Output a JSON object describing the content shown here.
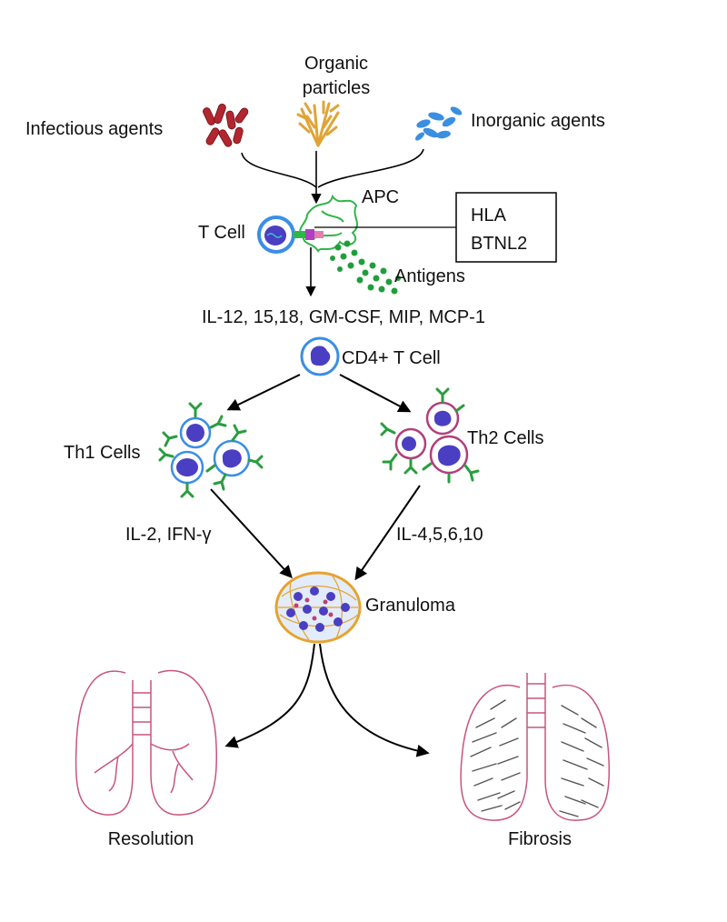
{
  "labels": {
    "infectious_agents": "Infectious agents",
    "organic_particles_line1": "Organic",
    "organic_particles_line2": "particles",
    "inorganic_agents": "Inorganic agents",
    "apc": "APC",
    "t_cell": "T Cell",
    "hla": "HLA",
    "btnl2": "BTNL2",
    "antigens": "Antigens",
    "cytokines_apc": "IL-12, 15,18, GM-CSF, MIP, MCP-1",
    "cd4_t_cell": "CD4+ T Cell",
    "th1_cells": "Th1 Cells",
    "th2_cells": "Th2 Cells",
    "th1_cytokines": "IL-2, IFN-γ",
    "th2_cytokines": "IL-4,5,6,10",
    "granuloma": "Granuloma",
    "resolution": "Resolution",
    "fibrosis": "Fibrosis"
  },
  "colors": {
    "infectious": "#b3262f",
    "organic": "#e0a436",
    "inorganic": "#3b8fe0",
    "apc_green": "#2fb54a",
    "antigen_green": "#1f9e3a",
    "nucleus": "#4a3fc2",
    "t_cell_ring": "#3a8ee6",
    "th2_ring": "#b0407a",
    "receptor": "#2a9d3f",
    "lung_outline": "#c9557a",
    "fibrosis_hatch": "#555555",
    "granuloma_mesh": "#e6a32e"
  }
}
